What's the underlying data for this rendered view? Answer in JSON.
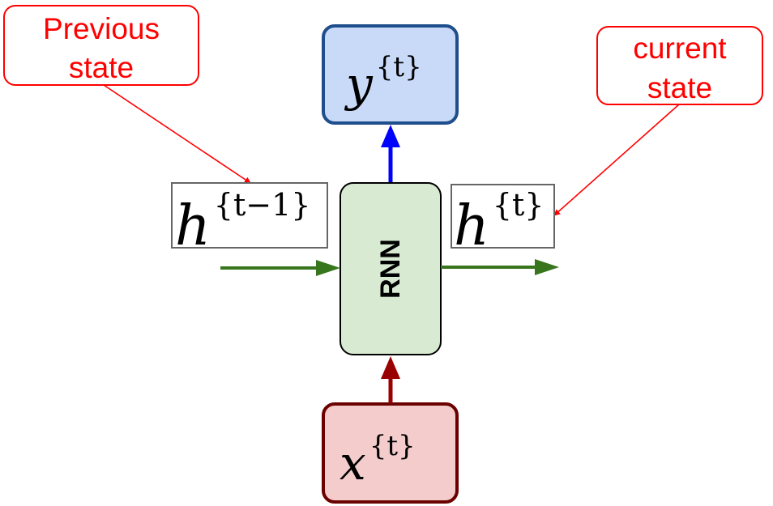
{
  "callouts": {
    "previous_state": {
      "line1": "Previous",
      "line2": "state"
    },
    "current_state": {
      "line1": "current",
      "line2": "state"
    }
  },
  "nodes": {
    "rnn": {
      "label": "RNN"
    },
    "output": {
      "var": "y",
      "sup": "{t}"
    },
    "input": {
      "var": "x",
      "sup": "{t}"
    },
    "prev_hidden": {
      "var": "h",
      "sup": "{t−1}"
    },
    "curr_hidden": {
      "var": "h",
      "sup": "{t}"
    }
  },
  "colors": {
    "callout": "#ff0000",
    "output_fill": "#c9daf8",
    "output_stroke": "#1f4e8c",
    "input_fill": "#f4cccc",
    "input_stroke": "#6b0000",
    "rnn_fill": "#d9ead3",
    "hidden_arrow": "#38761d",
    "output_arrow": "#0000ff",
    "input_arrow": "#990000"
  }
}
